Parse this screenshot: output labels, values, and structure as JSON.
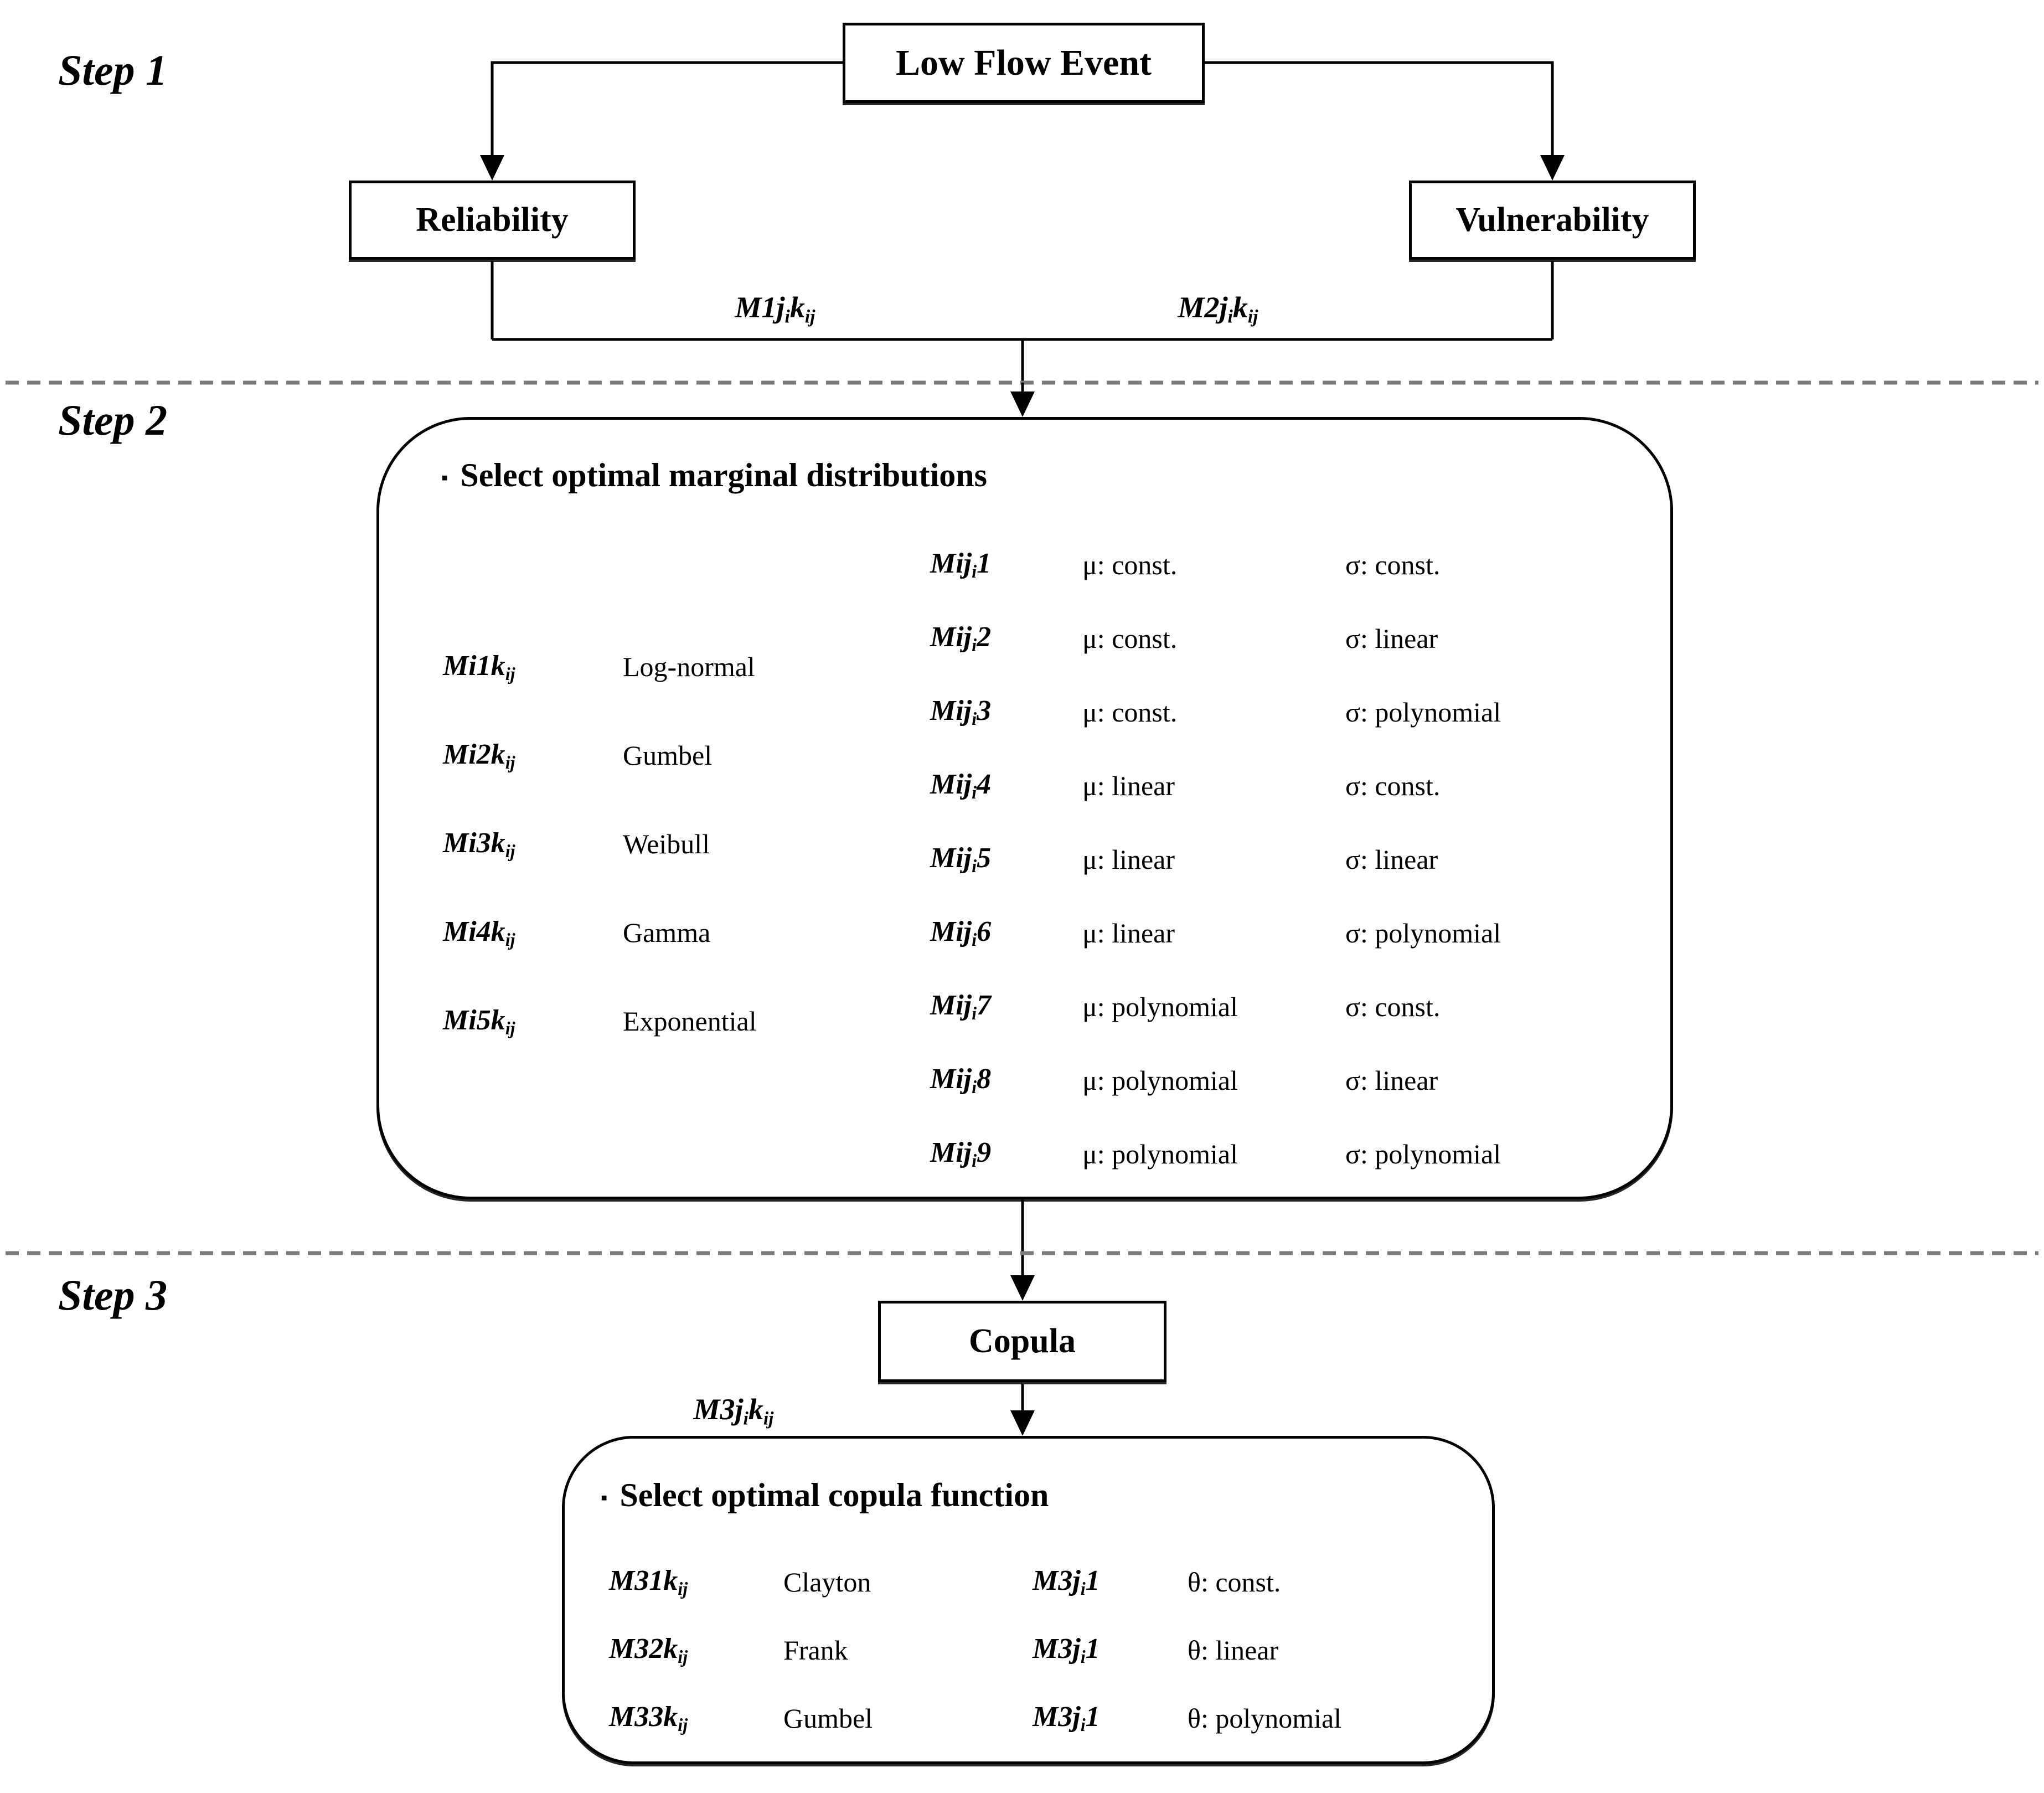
{
  "colors": {
    "line": "#000000",
    "divider": "#7b7b7b",
    "background": "#ffffff",
    "text": "#000000"
  },
  "step1": {
    "label": "Step 1",
    "root_box": "Low Flow Event",
    "left_box": "Reliability",
    "right_box": "Vulnerability",
    "left_edge_label": "M1j_{i}k_{ij}",
    "right_edge_label": "M2j_{i}k_{ij}"
  },
  "step2": {
    "label": "Step 2",
    "bullet": "▪",
    "header": "Select optimal marginal distributions",
    "marginal_models": [
      {
        "code": "Mi1k_{ij}",
        "name": "Log-normal"
      },
      {
        "code": "Mi2k_{ij}",
        "name": "Gumbel"
      },
      {
        "code": "Mi3k_{ij}",
        "name": "Weibull"
      },
      {
        "code": "Mi4k_{ij}",
        "name": "Gamma"
      },
      {
        "code": "Mi5k_{ij}",
        "name": "Exponential"
      }
    ],
    "trend_models": [
      {
        "code": "Mij_{i}1",
        "mu": "μ: const.",
        "sigma": "σ: const."
      },
      {
        "code": "Mij_{i}2",
        "mu": "μ: const.",
        "sigma": "σ: linear"
      },
      {
        "code": "Mij_{i}3",
        "mu": "μ: const.",
        "sigma": "σ: polynomial"
      },
      {
        "code": "Mij_{i}4",
        "mu": "μ: linear",
        "sigma": "σ: const."
      },
      {
        "code": "Mij_{i}5",
        "mu": "μ: linear",
        "sigma": "σ: linear"
      },
      {
        "code": "Mij_{i}6",
        "mu": "μ: linear",
        "sigma": "σ: polynomial"
      },
      {
        "code": "Mij_{i}7",
        "mu": "μ: polynomial",
        "sigma": "σ: const."
      },
      {
        "code": "Mij_{i}8",
        "mu": "μ: polynomial",
        "sigma": "σ: linear"
      },
      {
        "code": "Mij_{i}9",
        "mu": "μ: polynomial",
        "sigma": "σ: polynomial"
      }
    ]
  },
  "step3": {
    "label": "Step 3",
    "box": "Copula",
    "edge_label": "M3j_{i}k_{ij}",
    "bullet": "▪",
    "header": "Select optimal copula function",
    "copula_models": [
      {
        "code": "M31k_{ij}",
        "name": "Clayton",
        "code2": "M3j_{i}1",
        "theta": "θ: const."
      },
      {
        "code": "M32k_{ij}",
        "name": "Frank",
        "code2": "M3j_{i}1",
        "theta": "θ: linear"
      },
      {
        "code": "M33k_{ij}",
        "name": "Gumbel",
        "code2": "M3j_{i}1",
        "theta": "θ: polynomial"
      }
    ]
  }
}
